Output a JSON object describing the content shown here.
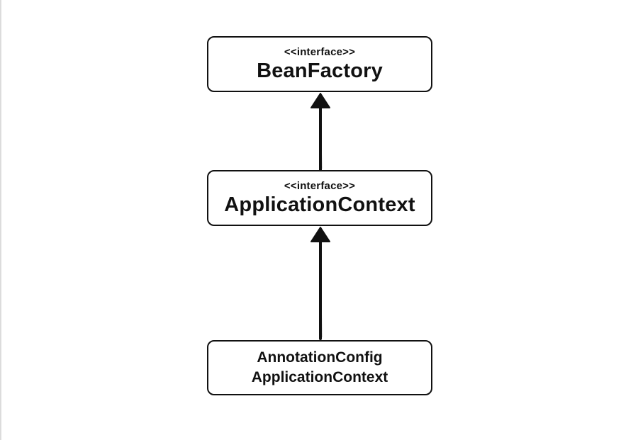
{
  "diagram": {
    "nodes": [
      {
        "id": "bean-factory",
        "stereotype": "<<interface>>",
        "title": "BeanFactory"
      },
      {
        "id": "application-context",
        "stereotype": "<<interface>>",
        "title": "ApplicationContext"
      },
      {
        "id": "annotation-config-application-context",
        "lines": [
          "AnnotationConfig",
          "ApplicationContext"
        ]
      }
    ],
    "edges": [
      {
        "from": "application-context",
        "to": "bean-factory",
        "type": "inheritance"
      },
      {
        "from": "annotation-config-application-context",
        "to": "application-context",
        "type": "inheritance"
      }
    ]
  }
}
